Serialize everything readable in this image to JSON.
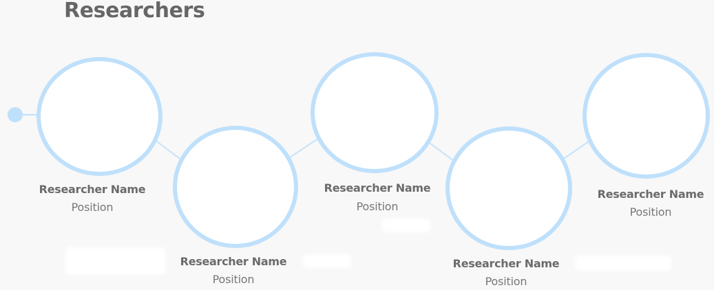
{
  "page": {
    "title": "Researchers"
  },
  "theme": {
    "ring_color": "#bfe0fb",
    "title_color": "#666666",
    "text_color": "#6b6b6b",
    "background": "#f8f8f8"
  },
  "researchers": [
    {
      "name": "Researcher Name",
      "position": "Position"
    },
    {
      "name": "Researcher Name",
      "position": "Position"
    },
    {
      "name": "Researcher Name",
      "position": "Position"
    },
    {
      "name": "Researcher Name",
      "position": "Position"
    },
    {
      "name": "Researcher Name",
      "position": "Position"
    }
  ]
}
